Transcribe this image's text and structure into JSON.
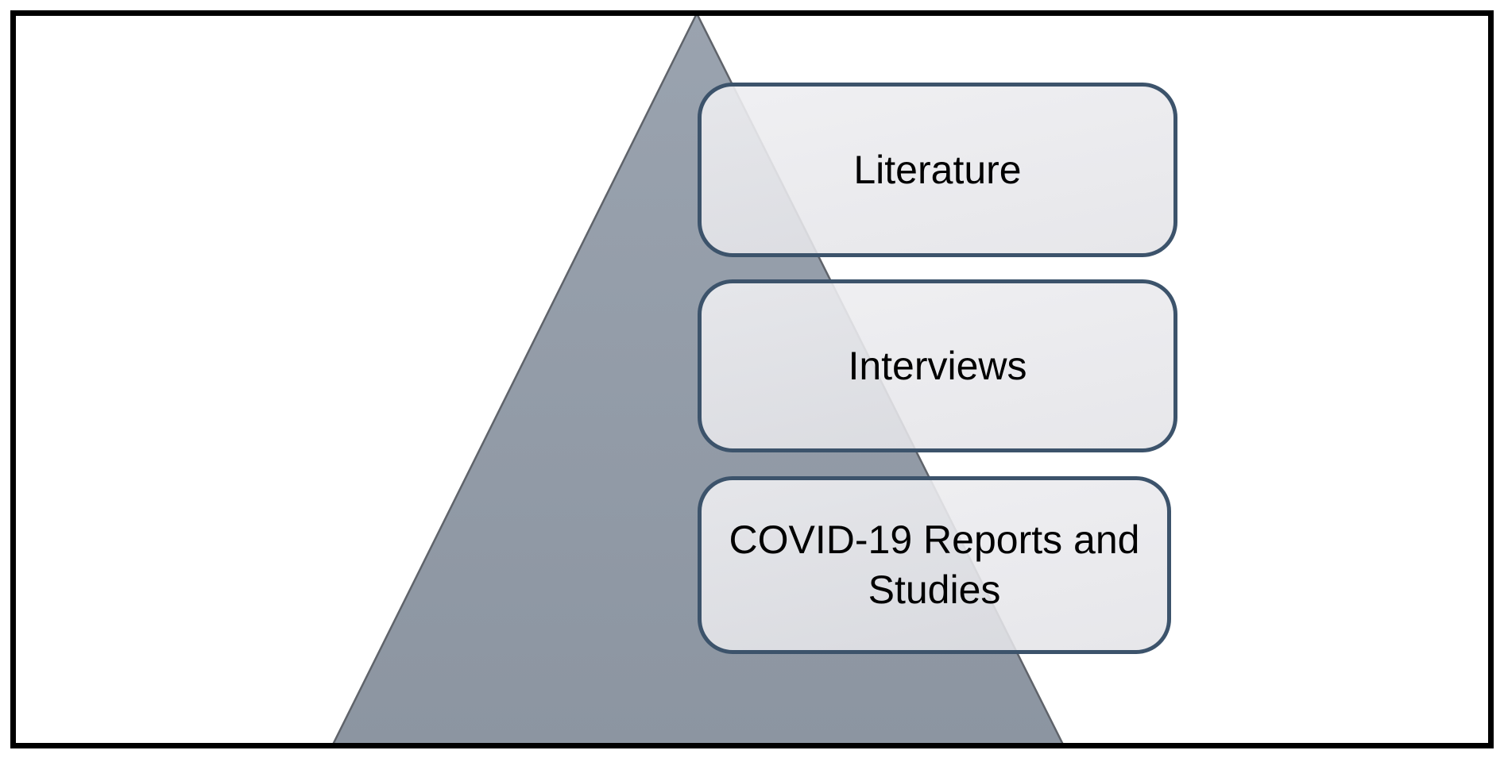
{
  "diagram": {
    "type": "pyramid-list",
    "levels": [
      {
        "label": "Literature"
      },
      {
        "label": "Interviews"
      },
      {
        "label": "COVID-19 Reports and Studies"
      }
    ],
    "colors": {
      "page_background": "#FFFFFF",
      "frame_border": "#000000",
      "triangle_gradient_top": "#9AA3AF",
      "triangle_gradient_bottom": "#8C95A1",
      "triangle_outline": "#5F636A",
      "box_border": "#3C536B",
      "box_fill": "#E9E9EB",
      "label_text": "#000000"
    }
  }
}
